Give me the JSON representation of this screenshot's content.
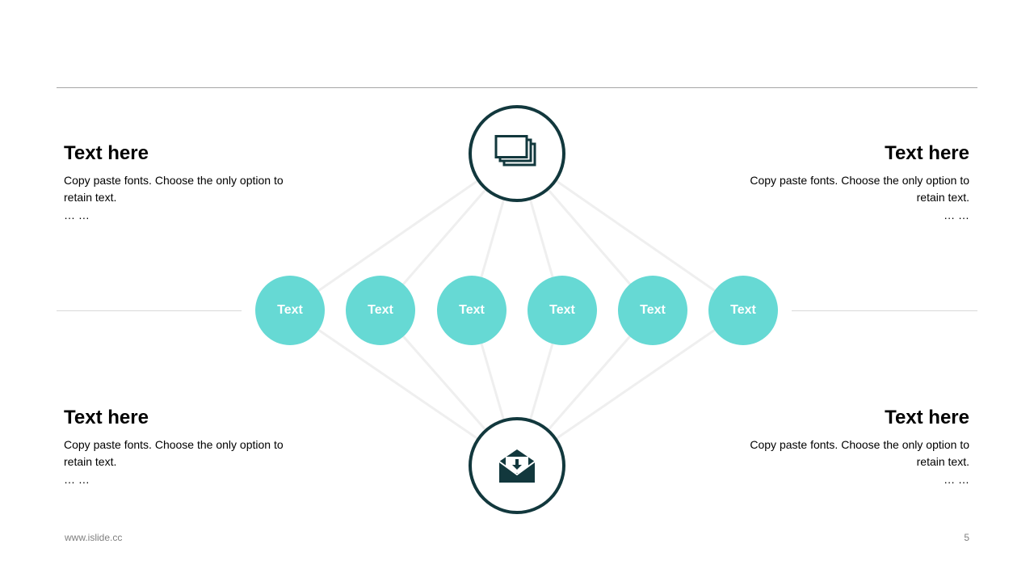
{
  "blocks": {
    "top_left": {
      "title": "Text here",
      "body": "Copy paste fonts. Choose the only option to retain text.",
      "ellipsis": "… …"
    },
    "top_right": {
      "title": "Text here",
      "body": "Copy paste fonts. Choose the only option to retain text.",
      "ellipsis": "… …"
    },
    "bottom_left": {
      "title": "Text here",
      "body": "Copy paste fonts. Choose the only option to retain text.",
      "ellipsis": "… …"
    },
    "bottom_right": {
      "title": "Text here",
      "body": "Copy paste fonts. Choose the only option to retain text.",
      "ellipsis": "… …"
    }
  },
  "nodes": [
    "Text",
    "Text",
    "Text",
    "Text",
    "Text",
    "Text"
  ],
  "hubs": {
    "top_icon": "cards-icon",
    "bottom_icon": "mail-download-icon"
  },
  "colors": {
    "accent": "#66d9d4",
    "dark": "#12383d",
    "connector": "#efefef",
    "rule": "#a6a6a6"
  },
  "footer": {
    "website": "www.islide.cc",
    "page_number": "5"
  }
}
